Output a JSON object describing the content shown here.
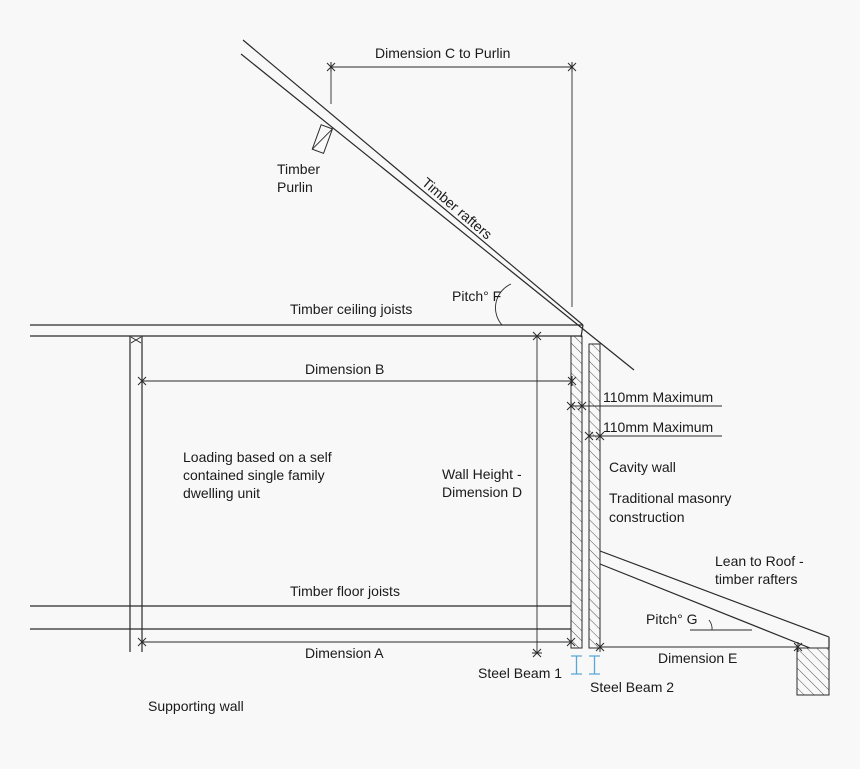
{
  "labels": {
    "dim_c": "Dimension C to Purlin",
    "purlin_1": "Timber",
    "purlin_2": "Purlin",
    "rafters": "Timber rafters",
    "pitch_f": "Pitch° F",
    "ceiling_joists": "Timber ceiling joists",
    "dim_b": "Dimension B",
    "max_1": "110mm Maximum",
    "max_2": "110mm Maximum",
    "loading_1": "Loading based on a self",
    "loading_2": "contained single family",
    "loading_3": "dwelling unit",
    "wall_height_1": "Wall Height -",
    "wall_height_2": "Dimension D",
    "cavity_wall": "Cavity wall",
    "masonry_1": "Traditional masonry",
    "masonry_2": "construction",
    "lean_to_1": "Lean to Roof -",
    "lean_to_2": "timber rafters",
    "floor_joists": "Timber floor joists",
    "pitch_g": "Pitch° G",
    "dim_a": "Dimension A",
    "dim_e": "Dimension E",
    "steel_beam_1": "Steel Beam 1",
    "steel_beam_2": "Steel Beam 2",
    "supporting_wall": "Supporting wall"
  },
  "colors": {
    "background": "#f8f8f8",
    "lines": "#2a2a2a",
    "steel_beam": "#5aa7d6"
  }
}
